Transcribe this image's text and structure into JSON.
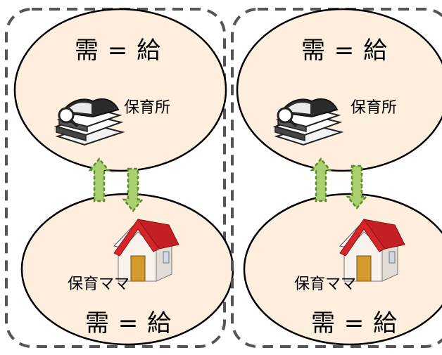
{
  "panels": [
    {
      "top_label": "需 = 給",
      "facility_label": "保育所",
      "home_label": "保育ママ",
      "bottom_label": "需 = 給"
    },
    {
      "top_label": "需 = 給",
      "facility_label": "保育所",
      "home_label": "保育ママ",
      "bottom_label": "需 = 給"
    }
  ],
  "icons": {
    "facility": "books-on-stand-icon",
    "home": "red-roof-house-icon",
    "arrows": [
      "up-arrow-icon",
      "down-arrow-icon"
    ]
  },
  "colors": {
    "region_fill": "#fdeede",
    "outline": "#000000",
    "dashed_border": "#555555",
    "arrow_fill": "#a9cf6e",
    "arrow_stroke": "#5e8a2f",
    "roof": "#d7262b"
  }
}
